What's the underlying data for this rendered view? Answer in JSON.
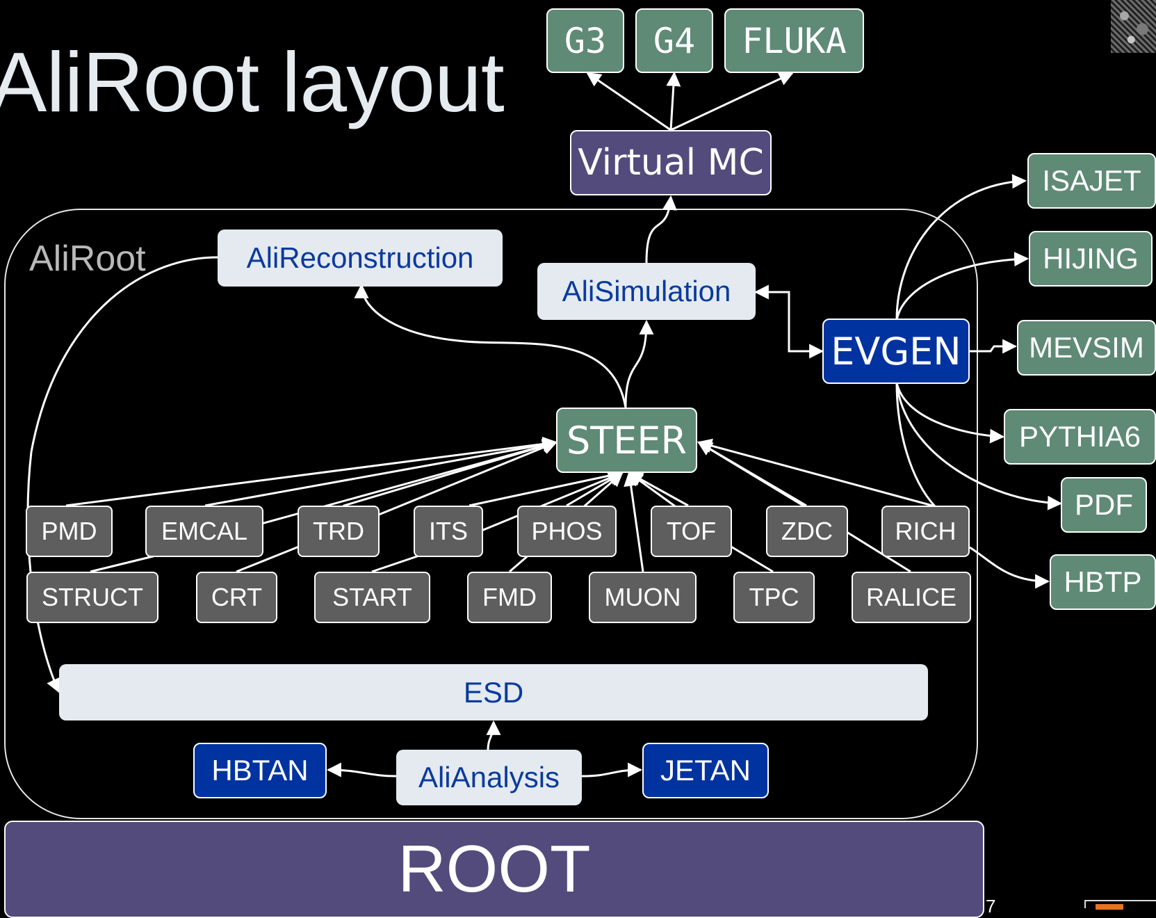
{
  "title": "AliRoot layout",
  "frame_label": "AliRoot",
  "page_number": "7",
  "colors": {
    "background": "#000000",
    "green_box": "#5f8a76",
    "gray_box": "#5e5e5e",
    "pale_box": "#e4eaf0",
    "pale_text": "#0a3a9c",
    "blue_box": "#0033a0",
    "purple_box": "#534b7c",
    "arrow": "#ffffff"
  },
  "transport": {
    "g3": "G3",
    "g4": "G4",
    "fluka": "FLUKA"
  },
  "virtual_mc": "Virtual MC",
  "ali_reconstruction": "AliReconstruction",
  "ali_simulation": "AliSimulation",
  "evgen": "EVGEN",
  "generators": {
    "isajet": "ISAJET",
    "hijing": "HIJING",
    "mevsim": "MEVSIM",
    "pythia6": "PYTHIA6",
    "pdf": "PDF",
    "hbtp": "HBTP"
  },
  "steer": "STEER",
  "modules_row1": {
    "pmd": "PMD",
    "emcal": "EMCAL",
    "trd": "TRD",
    "its": "ITS",
    "phos": "PHOS",
    "tof": "TOF",
    "zdc": "ZDC",
    "rich": "RICH"
  },
  "modules_row2": {
    "struct": "STRUCT",
    "crt": "CRT",
    "start": "START",
    "fmd": "FMD",
    "muon": "MUON",
    "tpc": "TPC",
    "ralice": "RALICE"
  },
  "esd": "ESD",
  "ali_analysis": "AliAnalysis",
  "hbtan": "HBTAN",
  "jetan": "JETAN",
  "root": "ROOT"
}
